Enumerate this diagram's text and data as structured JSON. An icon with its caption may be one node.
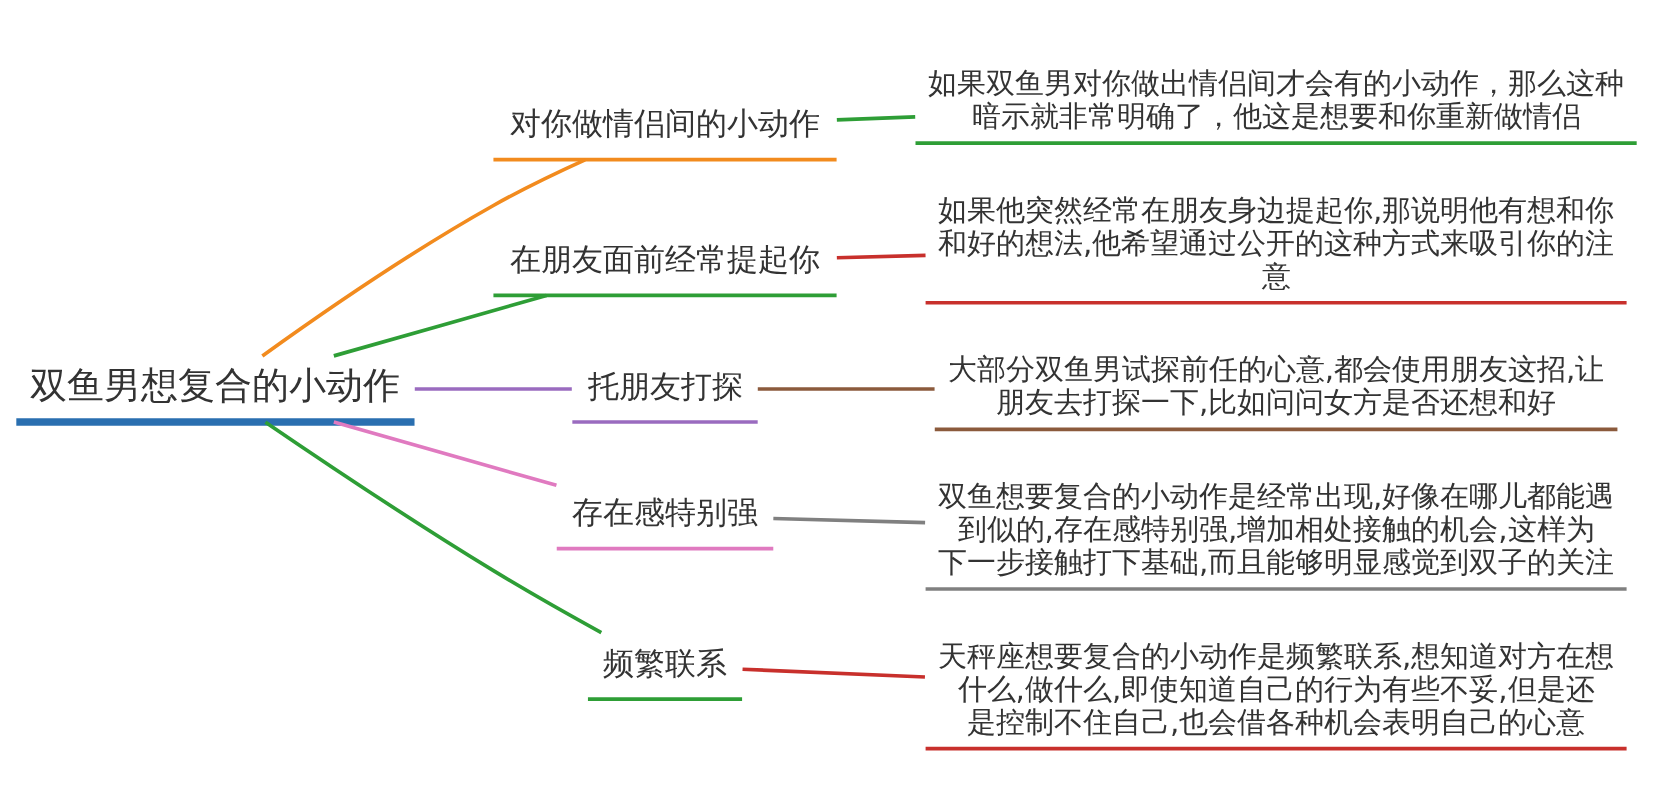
{
  "diagram": {
    "nodes": [
      {
        "text": [
          "双鱼男想复合的小动作"
        ]
      },
      {
        "text": [
          "对你做情侣间的小动作"
        ]
      },
      {
        "text": [
          "在朋友面前经常提起你"
        ]
      },
      {
        "text": [
          "托朋友打探"
        ]
      },
      {
        "text": [
          "存在感特别强"
        ]
      },
      {
        "text": [
          "频繁联系"
        ]
      },
      {
        "text": [
          "如果双鱼男对你做出情侣间才会有的小动作，那么这种暗示就非常明确了，他这是想要和你重新做情侣"
        ]
      },
      {
        "text": [
          "如果他突然经常在朋友身边提起你,那说明他有想和你和好的想法,他希望通过公开的这种方式来吸引你的注意"
        ]
      },
      {
        "text": [
          "大部分双鱼男试探前任的心意,都会使用朋友这招,让朋友去打探一下,比如问问女方是否还想和好"
        ]
      },
      {
        "text": [
          "双鱼想要复合的小动作是经常出现,好像在哪儿都能遇到似的,存在感特别强,增加相处接触的机会,这样为下一步接触打下基础,而且能够明显感觉到双子的关注"
        ]
      },
      {
        "text": [
          "天秤座想要复合的小动作是频繁联系,想知道对方在想什么,做什么,即使知道自己的行为有些不妥,但是还是控制不住自己,也会借各种机会表明自己的心意"
        ]
      }
    ],
    "edges": [
      {
        "from": 0,
        "to": 1,
        "arrow": "none",
        "color": "#f28b1e"
      },
      {
        "from": 0,
        "to": 2,
        "arrow": "none",
        "color": "#2e9e36"
      },
      {
        "from": 0,
        "to": 3,
        "arrow": "none",
        "color": "#9a6bbf"
      },
      {
        "from": 0,
        "to": 4,
        "arrow": "none",
        "color": "#e07ac0"
      },
      {
        "from": 0,
        "to": 5,
        "arrow": "none",
        "color": "#2e9e36"
      },
      {
        "from": 1,
        "to": 6,
        "arrow": "none",
        "color": "#2e9e36"
      },
      {
        "from": 2,
        "to": 7,
        "arrow": "none",
        "color": "#c8302c"
      },
      {
        "from": 3,
        "to": 8,
        "arrow": "none",
        "color": "#8b5a3c"
      },
      {
        "from": 4,
        "to": 9,
        "arrow": "none",
        "color": "#808080"
      },
      {
        "from": 5,
        "to": 10,
        "arrow": "none",
        "color": "#c8302c"
      }
    ]
  }
}
